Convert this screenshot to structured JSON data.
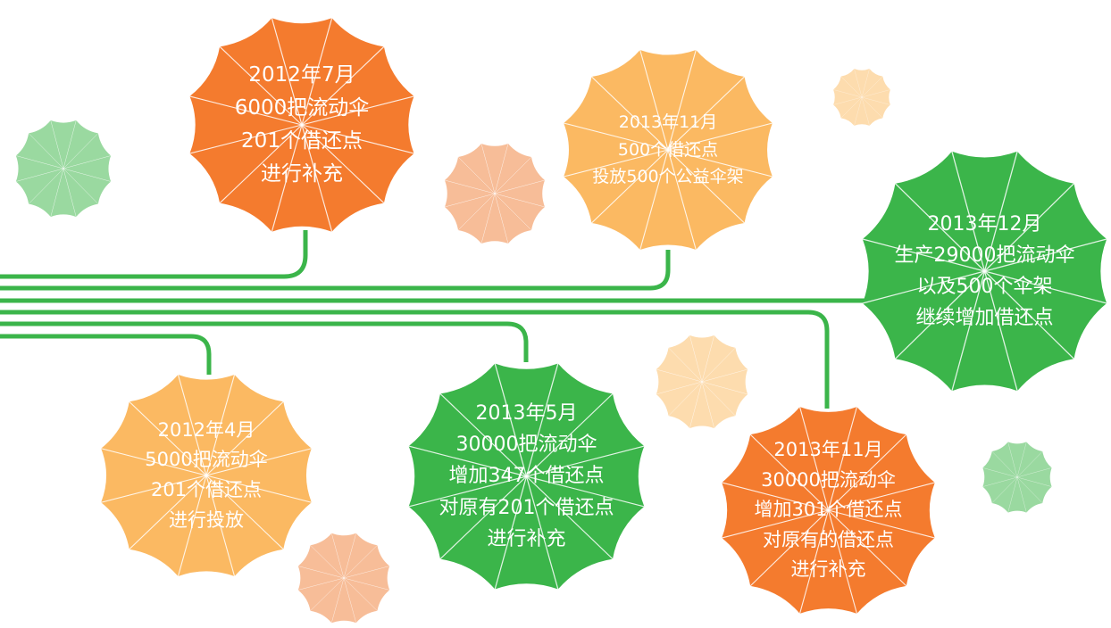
{
  "colors": {
    "line": "#3bb54a",
    "orange": "#f47b2e",
    "yellow": "#fbb962",
    "green": "#3bb54a",
    "light_green": "#9ad9a0",
    "peach": "#f7bd98",
    "cream": "#fddcae",
    "rib": "#ffffff"
  },
  "milestones": [
    {
      "id": "2012-07",
      "color": "orange",
      "lines": [
        "2012年7月",
        "6000把流动伞",
        "201个借还点",
        "进行补充"
      ]
    },
    {
      "id": "2013-11a",
      "color": "yellow",
      "lines": [
        "2013年11月",
        "500个借还点",
        "投放500个公益伞架"
      ]
    },
    {
      "id": "2013-12",
      "color": "green",
      "lines": [
        "2013年12月",
        "生产29000把流动伞",
        "以及500个伞架",
        "继续增加借还点"
      ]
    },
    {
      "id": "2012-04",
      "color": "yellow",
      "lines": [
        "2012年4月",
        "5000把流动伞",
        "201个借还点",
        "进行投放"
      ]
    },
    {
      "id": "2013-05",
      "color": "green",
      "lines": [
        "2013年5月",
        "30000把流动伞",
        "增加347个借还点",
        "对原有201个借还点",
        "进行补充"
      ]
    },
    {
      "id": "2013-11b",
      "color": "orange",
      "lines": [
        "2013年11月",
        "30000把流动伞",
        "增加301个借还点",
        "对原有的借还点",
        "进行补充"
      ]
    }
  ]
}
